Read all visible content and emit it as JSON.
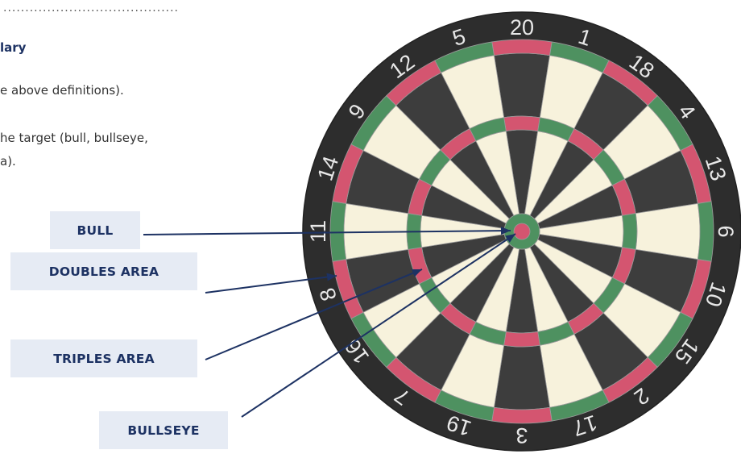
{
  "worksheet": {
    "dotted_rule": "........................................",
    "heading": "lary",
    "line1": "e above definitions).",
    "line2": "he target (bull, bullseye,",
    "line3": "a)."
  },
  "labels": {
    "bull": "BULL",
    "doubles": "DOUBLES AREA",
    "triples": "TRIPLES AREA",
    "bullseye": "BULLSEYE"
  },
  "dartboard": {
    "numbers": [
      "20",
      "1",
      "18",
      "4",
      "13",
      "6",
      "10",
      "15",
      "2",
      "17",
      "3",
      "19",
      "7",
      "16",
      "8",
      "11",
      "14",
      "9",
      "12",
      "5"
    ],
    "colors": {
      "dark": "#3d3d3d",
      "light": "#f7f2dc",
      "red": "#d45570",
      "green": "#4e9160",
      "surround": "#2d2d2d",
      "wire": "#9a9a9a",
      "number": "#e8e8e8",
      "arrow": "#1d3263"
    }
  }
}
